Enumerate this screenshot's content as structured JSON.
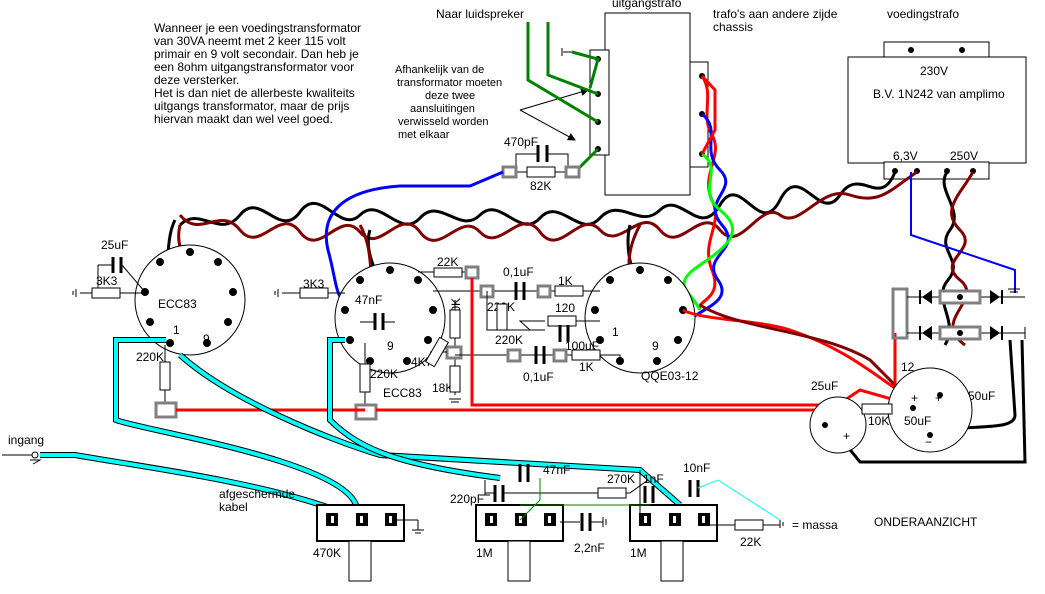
{
  "notes": {
    "intro": [
      "Wanneer je een voedingstransformator",
      "van 30VA neemt met 2 keer 115 volt",
      "primair en 9 volt secondair. Dan heb je",
      "een 8ohm uitgangstransformator voor",
      "deze versterker.",
      "Het is dan niet de allerbeste kwaliteits",
      "uitgangs transformator, maar de prijs",
      "hiervan maakt dan wel veel goed."
    ],
    "swap": [
      "Afhankelijk van de",
      "transformator moeten",
      "deze twee",
      "aansluitingen",
      "verwisseld worden",
      "met elkaar"
    ]
  },
  "labels": {
    "speaker": "Naar luidspreker",
    "output_trafo": "uitgangstrafo",
    "trafo_side": [
      "trafo's aan andere zijde",
      "chassis"
    ],
    "power_trafo": "voedingstrafo",
    "v230": "230V",
    "bv": "B.V. 1N242 van amplimo",
    "v63": "6,3V",
    "v250": "250V",
    "ingang": "ingang",
    "shielded": [
      "afgeschermde",
      "kabel"
    ],
    "massa": "= massa",
    "bottom_view": "ONDERAANZICHT",
    "tube1": "ECC83",
    "tube2": "ECC83",
    "tube3": "QQE03-12",
    "pin1": "1",
    "pin9": "9"
  },
  "components": {
    "c470p": "470pF",
    "r82k": "82K",
    "c25u_a": "25uF",
    "r3k3_a": "3K3",
    "r220k_a": "220K",
    "r3k3_b": "3K3",
    "c47n": "47nF",
    "r22k": "22K",
    "r220k_b": "220K",
    "r470k": "470K",
    "r4k7": "4K7",
    "r18k": "18K",
    "c01_a": "0,1uF",
    "r1k_a": "1K",
    "r220k_c": "220K",
    "r120": "120",
    "r220k_d": "220K",
    "c100u": "100uF",
    "c01_b": "0,1uF",
    "r1k_b": "1K",
    "c25u_b": "25uF",
    "r10k": "10K",
    "r12": "12",
    "c50u_a": "50uF",
    "c50u_b": "50uF",
    "c47n_b": "47nF",
    "c220p": "220pF",
    "r270k": "270K",
    "c1n": "1nF",
    "c10n": "10nF",
    "c22n": "2,2nF",
    "r22k_b": "22K",
    "p470k": "470K",
    "p1m_a": "1M",
    "p1m_b": "1M"
  },
  "colors": {
    "red": "#ff0000",
    "dark_red": "#800000",
    "black": "#000000",
    "blue": "#0000ff",
    "green": "#008000",
    "lime": "#00ff00",
    "cyan": "#00ffff",
    "gray": "#808080"
  }
}
